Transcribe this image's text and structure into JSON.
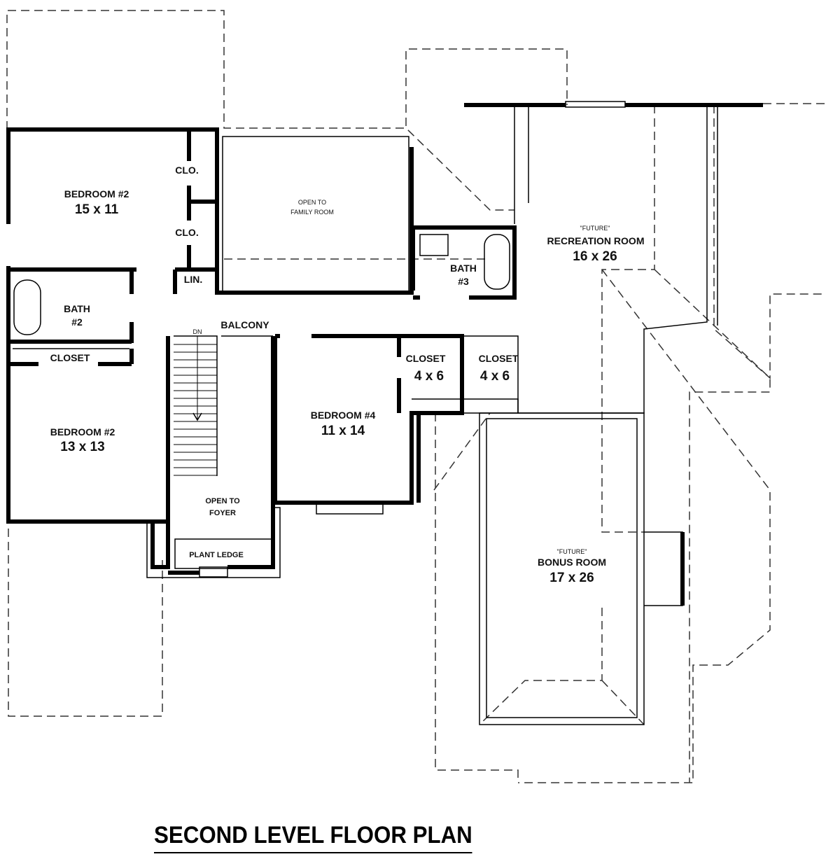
{
  "title": "SECOND LEVEL FLOOR PLAN",
  "rooms": {
    "bedroom_upper": {
      "name": "BEDROOM #2",
      "size": "15 x 11"
    },
    "clo1": "CLO.",
    "clo2": "CLO.",
    "lin": "LIN.",
    "open_family": {
      "line1": "OPEN TO",
      "line2": "FAMILY ROOM"
    },
    "bath2": {
      "line1": "BATH",
      "line2": "#2"
    },
    "closet_left": "CLOSET",
    "balcony": "BALCONY",
    "dn": "DN",
    "bedroom_lower": {
      "name": "BEDROOM #2",
      "size": "13 x 13"
    },
    "bedroom4": {
      "name": "BEDROOM #4",
      "size": "11 x 14"
    },
    "bath3": {
      "line1": "BATH",
      "line2": "#3"
    },
    "closet_a": {
      "name": "CLOSET",
      "size": "4 x 6"
    },
    "closet_b": {
      "name": "CLOSET",
      "size": "4 x 6"
    },
    "recreation": {
      "tag": "\"FUTURE\"",
      "name": "RECREATION ROOM",
      "size": "16 x 26"
    },
    "bonus": {
      "tag": "\"FUTURE\"",
      "name": "BONUS ROOM",
      "size": "17 x 26"
    },
    "open_foyer": {
      "line1": "OPEN TO",
      "line2": "FOYER"
    },
    "plant_ledge": "PLANT LEDGE"
  }
}
